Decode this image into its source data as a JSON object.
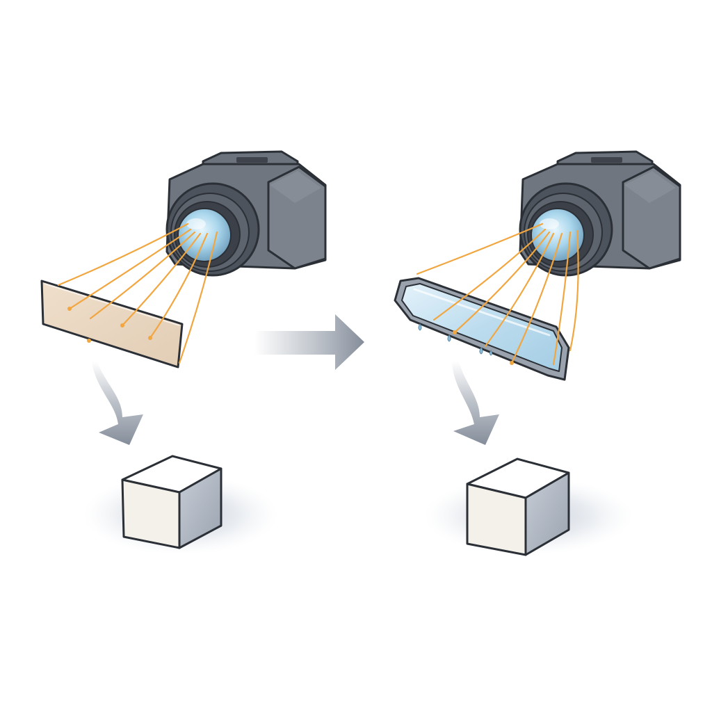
{
  "diagram": {
    "panels": [
      {
        "id": "left",
        "sensor_material": "opaque",
        "sensor_color": "#ead8c3"
      },
      {
        "id": "right",
        "sensor_material": "glass",
        "sensor_color": "#cfe6f3"
      }
    ],
    "colors": {
      "camera_body": "#6f7680",
      "camera_dark": "#4f555e",
      "lens_glass": "#9fcde6",
      "light_ray": "#f1a640",
      "arrow_gray": "#8d96a3",
      "cube_front": "#f4f1ea",
      "cube_side": "#b9c0ca",
      "cube_shadow": "#c9d1dc"
    },
    "icons": [
      "camera-icon",
      "lens-icon",
      "flow-arrow",
      "cube-icon"
    ]
  }
}
